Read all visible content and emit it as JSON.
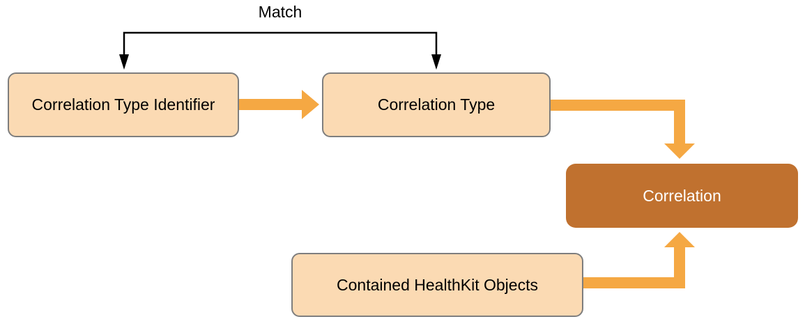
{
  "diagram": {
    "match_label": "Match",
    "nodes": [
      {
        "id": "correlation-type-identifier",
        "label": "Correlation Type Identifier",
        "variant": "light"
      },
      {
        "id": "correlation-type",
        "label": "Correlation Type",
        "variant": "light"
      },
      {
        "id": "correlation",
        "label": "Correlation",
        "variant": "dark"
      },
      {
        "id": "contained-healthkit-objects",
        "label": "Contained HealthKit Objects",
        "variant": "light"
      }
    ],
    "edges": [
      {
        "from": "correlation-type-identifier",
        "to": "correlation-type",
        "type": "straight-arrow"
      },
      {
        "from": "correlation-type",
        "to": "correlation",
        "type": "elbow-arrow-right-down"
      },
      {
        "from": "contained-healthkit-objects",
        "to": "correlation",
        "type": "elbow-arrow-right-up"
      },
      {
        "from": "correlation-type-identifier",
        "to": "correlation-type",
        "type": "match-bracket",
        "label": "Match"
      }
    ],
    "colors": {
      "background": "#FFFFFF",
      "node_fill": "#FBDAB3",
      "node_border": "#7E7E7E",
      "node_dark_fill": "#C0712F",
      "node_dark_text": "#FFFFFF",
      "arrow": "#F5A843",
      "bracket": "#000000",
      "text": "#000000"
    }
  }
}
